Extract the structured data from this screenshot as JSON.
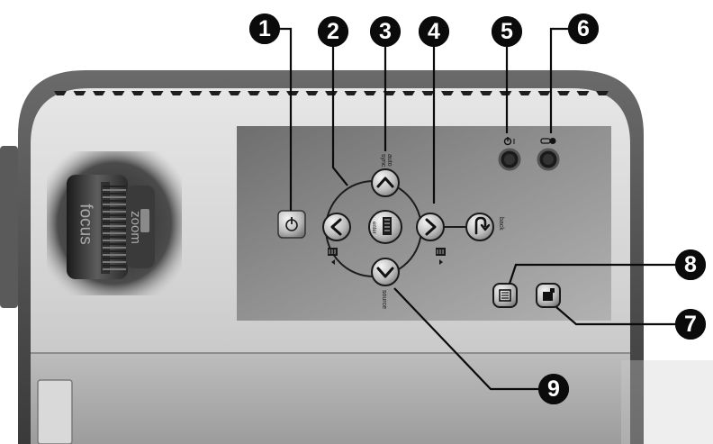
{
  "callouts": [
    {
      "id": 1,
      "label": "1"
    },
    {
      "id": 2,
      "label": "2"
    },
    {
      "id": 3,
      "label": "3"
    },
    {
      "id": 4,
      "label": "4"
    },
    {
      "id": 5,
      "label": "5"
    },
    {
      "id": 6,
      "label": "6"
    },
    {
      "id": 7,
      "label": "7"
    },
    {
      "id": 8,
      "label": "8"
    },
    {
      "id": 9,
      "label": "9"
    }
  ],
  "panel_labels": {
    "auto_sync": "auto\nsync",
    "enter": "enter",
    "back": "back",
    "source": "source"
  },
  "lens_labels": {
    "focus": "focus",
    "zoom": "zoom"
  },
  "icons": {
    "power": "power-icon",
    "up": "arrow-up-icon",
    "left": "arrow-left-icon",
    "right": "arrow-right-icon",
    "down": "arrow-down-icon",
    "enter": "enter-icon",
    "back": "back-icon",
    "keystone_left": "keystone-minus-icon",
    "keystone_right": "keystone-plus-icon",
    "power_light": "power-light-icon",
    "temp_light": "temperature-light-icon",
    "menu": "menu-icon",
    "picture": "picture-mode-icon"
  },
  "colors": {
    "body": "#d2d2d2",
    "panel": "#8e8e8e",
    "callout": "#0b0b0b"
  }
}
